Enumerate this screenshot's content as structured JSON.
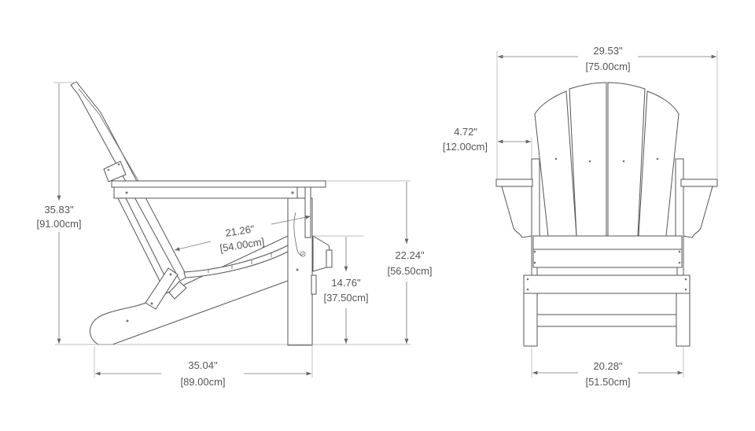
{
  "title": "Adirondack chair dimension drawing",
  "views": [
    "side",
    "front"
  ],
  "dimensions": {
    "overall_height": {
      "inches": "35.83\"",
      "cm": "[91.00cm]"
    },
    "seat_depth": {
      "inches": "21.26\"",
      "cm": "[54.00cm]"
    },
    "arm_height": {
      "inches": "22.24\"",
      "cm": "[56.50cm]"
    },
    "seat_height": {
      "inches": "14.76\"",
      "cm": "[37.50cm]"
    },
    "overall_depth": {
      "inches": "35.04\"",
      "cm": "[89.00cm]"
    },
    "overall_width": {
      "inches": "29.53\"",
      "cm": "[75.00cm]"
    },
    "arm_width": {
      "inches": "4.72\"",
      "cm": "[12.00cm]"
    },
    "seat_width": {
      "inches": "20.28\"",
      "cm": "[51.50cm]"
    }
  },
  "colors": {
    "line": "#555555",
    "dimension": "#777777",
    "background": "#ffffff"
  }
}
